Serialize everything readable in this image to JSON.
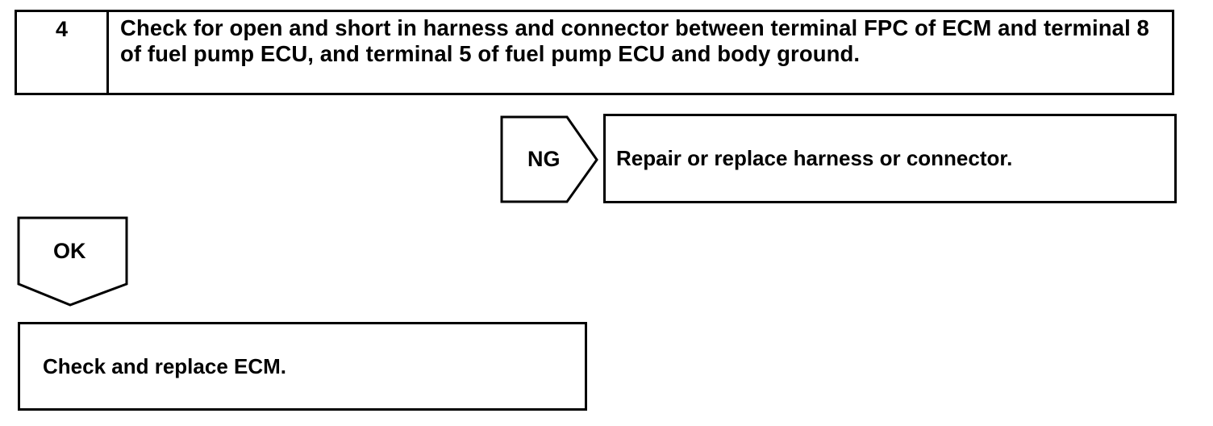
{
  "step": {
    "number": "4",
    "text": "Check for open and short in harness and connector between terminal FPC of ECM and terminal 8 of fuel pump ECU, and terminal 5 of fuel pump ECU and body ground."
  },
  "ng_branch": {
    "label": "NG",
    "action": "Repair or replace harness or connector."
  },
  "ok_branch": {
    "label": "OK",
    "action": "Check and replace ECM."
  }
}
